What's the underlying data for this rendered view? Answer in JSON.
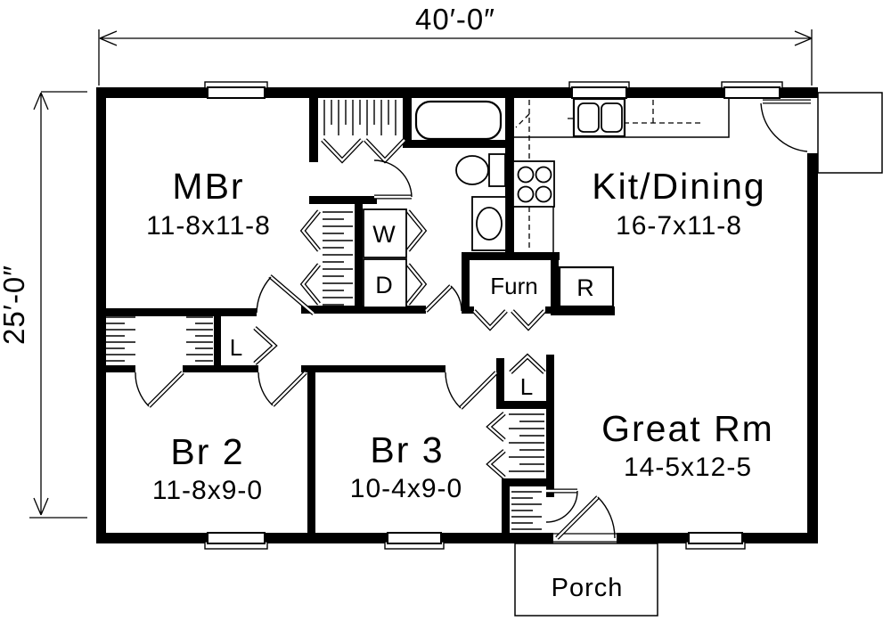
{
  "plan": {
    "overall_width": "40′-0″",
    "overall_depth": "25′-0″",
    "rooms": [
      {
        "name": "MBr",
        "size": "11-8x11-8"
      },
      {
        "name": "Kit/Dining",
        "size": "16-7x11-8"
      },
      {
        "name": "Br 2",
        "size": "11-8x9-0"
      },
      {
        "name": "Br 3",
        "size": "10-4x9-0"
      },
      {
        "name": "Great Rm",
        "size": "14-5x12-5"
      },
      {
        "name": "Porch",
        "size": ""
      }
    ],
    "labels": {
      "washer": "W",
      "dryer": "D",
      "fridge": "R",
      "furnace": "Furn",
      "linen_hall": "L",
      "linen_br3": "L"
    },
    "colors": {
      "ink": "#000000",
      "paper": "#ffffff"
    }
  }
}
